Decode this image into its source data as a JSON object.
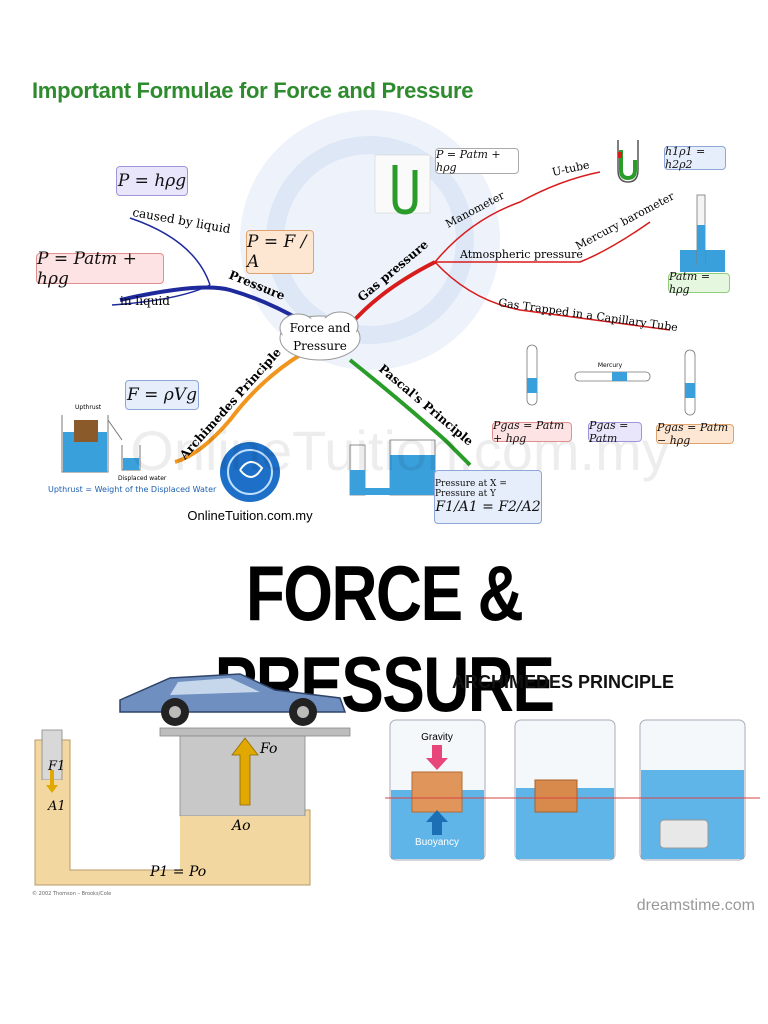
{
  "page_title": "Important Formulae for Force and Pressure",
  "centre": {
    "line1": "Force and",
    "line2": "Pressure"
  },
  "branches": {
    "pressure": "Pressure",
    "gas_pressure": "Gas pressure",
    "archimedes": "Archimedes Principle",
    "pascal": "Pascal's Principle",
    "caused_by_liquid": "caused by liquid",
    "in_liquid": "in liquid",
    "manometer": "Manometer",
    "u_tube": "U-tube",
    "atmospheric_pressure": "Atmospheric pressure",
    "mercury_barometer": "Mercury barometer",
    "gas_trapped": "Gas Trapped in a Capillary Tube"
  },
  "formulas": {
    "p_hrhog": "P = hρg",
    "p_atm_hrhog": "P = Patm + hρg",
    "p_f_a": "P = F / A",
    "f_rhovg": "F = ρVg",
    "manometer_p": "P = Patm + hρg",
    "u_tube": "h1ρ1 = h2ρ2",
    "barometer": "Patm = hρg",
    "gas_plus": "Pgas = Patm + hρg",
    "gas_equal": "Pgas = Patm",
    "gas_minus": "Pgas = Patm − hρg",
    "pascal_heading": "Pressure at X = Pressure at Y",
    "pascal_eq": "F1/A1 = F2/A2"
  },
  "captions": {
    "upthrust": "Upthrust",
    "displaced_water": "Displaced water",
    "upthrust_caption": "Upthrust = Weight of the Displaced Water",
    "mercury": "Mercury",
    "watermark": "OnlineTuition.com.my",
    "logo_text": "OnlineTuition.com.my"
  },
  "headline": "FORCE & PRESSURE",
  "hydraulic": {
    "f1": "F1",
    "a1": "A1",
    "fo": "Fo",
    "ao": "Ao",
    "eq": "P1 = Po",
    "credit": "© 2002 Thomson – Brooks/Cole"
  },
  "archimedes": {
    "title": "ARCHIMEDES PRINCIPLE",
    "gravity": "Gravity",
    "buoyancy": "Buoyancy",
    "watermark": "dreamstime.com"
  },
  "colors": {
    "title_green": "#2e8b2e",
    "pressure_branch": "#1e2a9c",
    "gas_branch": "#d81c1c",
    "archimedes_branch": "#f0961e",
    "pascal_branch": "#2a9c2a",
    "liquid": "#3aa0dc",
    "oil": "#f2d7a0"
  }
}
